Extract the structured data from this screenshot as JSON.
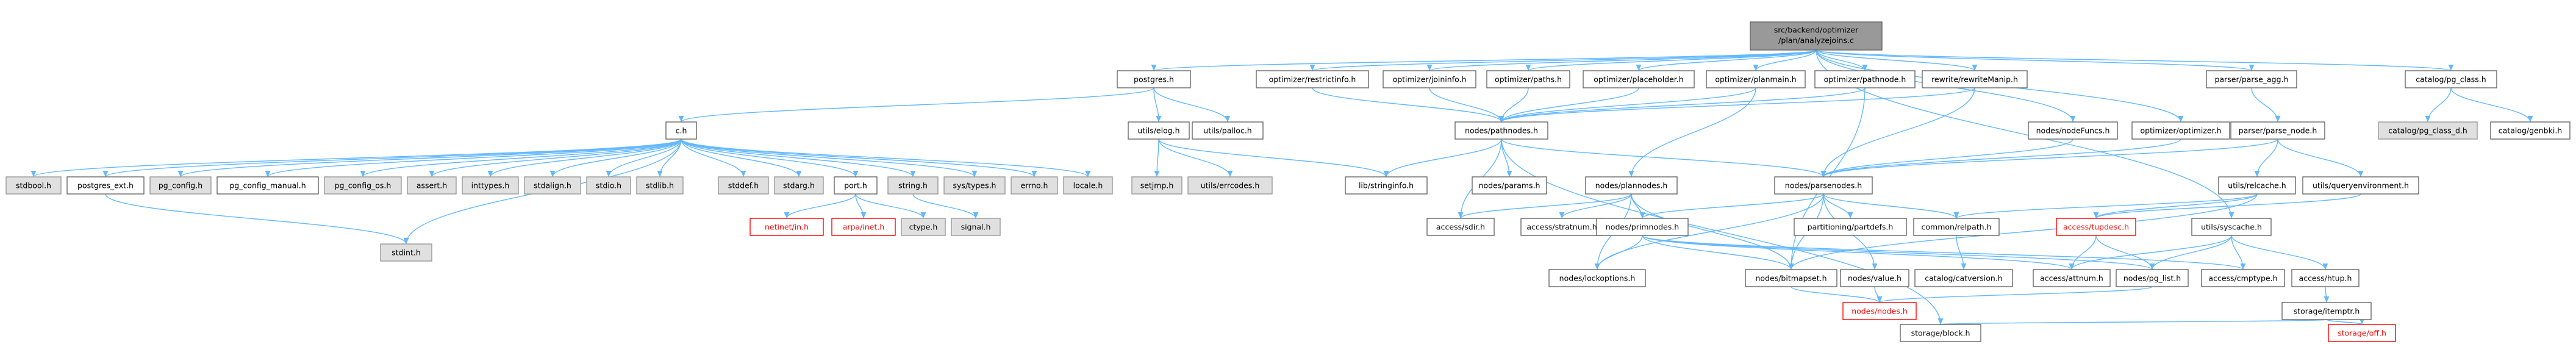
{
  "diagram_title": "Include dependency graph for joinrels.c",
  "colors": {
    "edge": "#63B8FF",
    "root_fill": "#999999",
    "default_fill": "#FFFFFF",
    "system_fill": "#E0E0E0",
    "system_stroke": "#999999",
    "default_stroke": "#666666",
    "missing_stroke": "#FF0000",
    "missing_text": "#FF0000"
  },
  "nodes": [
    {
      "id": "root",
      "label": "src/backend/optimizer/plan/analyzejoins.c",
      "kind": "root"
    },
    {
      "id": "postgres_h",
      "label": "postgres.h",
      "kind": "normal"
    },
    {
      "id": "restrictinfo_h",
      "label": "optimizer/restrictinfo.h",
      "kind": "normal"
    },
    {
      "id": "joininfo_h",
      "label": "optimizer/joininfo.h",
      "kind": "normal"
    },
    {
      "id": "paths_h",
      "label": "optimizer/paths.h",
      "kind": "normal"
    },
    {
      "id": "placeholder_h",
      "label": "optimizer/placeholder.h",
      "kind": "normal"
    },
    {
      "id": "planmain_h",
      "label": "optimizer/planmain.h",
      "kind": "normal"
    },
    {
      "id": "pathnode_h",
      "label": "optimizer/pathnode.h",
      "kind": "normal"
    },
    {
      "id": "rewriteManip_h",
      "label": "rewrite/rewriteManip.h",
      "kind": "normal"
    },
    {
      "id": "nodeFuncs_h",
      "label": "nodes/nodeFuncs.h",
      "kind": "normal"
    },
    {
      "id": "optimizer_h",
      "label": "optimizer/optimizer.h",
      "kind": "normal"
    },
    {
      "id": "parse_agg_h",
      "label": "parser/parse_agg.h",
      "kind": "normal"
    },
    {
      "id": "parse_node_h",
      "label": "parser/parse_node.h",
      "kind": "normal"
    },
    {
      "id": "pg_class_h",
      "label": "catalog/pg_class.h",
      "kind": "normal"
    },
    {
      "id": "pg_class_d_h",
      "label": "catalog/pg_class_d.h",
      "kind": "system"
    },
    {
      "id": "genbki_h",
      "label": "catalog/genbki.h",
      "kind": "normal"
    },
    {
      "id": "c_h",
      "label": "c.h",
      "kind": "normal"
    },
    {
      "id": "elog_h",
      "label": "utils/elog.h",
      "kind": "normal"
    },
    {
      "id": "palloc_h",
      "label": "utils/palloc.h",
      "kind": "normal"
    },
    {
      "id": "pathnodes_h",
      "label": "nodes/pathnodes.h",
      "kind": "normal"
    },
    {
      "id": "stdbool_h",
      "label": "stdbool.h",
      "kind": "system"
    },
    {
      "id": "postgres_ext_h",
      "label": "postgres_ext.h",
      "kind": "normal"
    },
    {
      "id": "pg_config_h",
      "label": "pg_config.h",
      "kind": "system"
    },
    {
      "id": "pg_config_manual_h",
      "label": "pg_config_manual.h",
      "kind": "normal"
    },
    {
      "id": "pg_config_os_h",
      "label": "pg_config_os.h",
      "kind": "system"
    },
    {
      "id": "assert_h",
      "label": "assert.h",
      "kind": "system"
    },
    {
      "id": "inttypes_h",
      "label": "inttypes.h",
      "kind": "system"
    },
    {
      "id": "stdalign_h",
      "label": "stdalign.h",
      "kind": "system"
    },
    {
      "id": "stdio_h",
      "label": "stdio.h",
      "kind": "system"
    },
    {
      "id": "stdlib_h",
      "label": "stdlib.h",
      "kind": "system"
    },
    {
      "id": "stddef_h",
      "label": "stddef.h",
      "kind": "system"
    },
    {
      "id": "stdarg_h",
      "label": "stdarg.h",
      "kind": "system"
    },
    {
      "id": "port_h",
      "label": "port.h",
      "kind": "normal"
    },
    {
      "id": "string_h",
      "label": "string.h",
      "kind": "system"
    },
    {
      "id": "systypes_h",
      "label": "sys/types.h",
      "kind": "system"
    },
    {
      "id": "errno_h",
      "label": "errno.h",
      "kind": "system"
    },
    {
      "id": "locale_h",
      "label": "locale.h",
      "kind": "system"
    },
    {
      "id": "stdint_h",
      "label": "stdint.h",
      "kind": "system"
    },
    {
      "id": "netinet_h",
      "label": "netinet/in.h",
      "kind": "missing"
    },
    {
      "id": "arpa_h",
      "label": "arpa/inet.h",
      "kind": "missing"
    },
    {
      "id": "ctype_h",
      "label": "ctype.h",
      "kind": "system"
    },
    {
      "id": "signal_h",
      "label": "signal.h",
      "kind": "system"
    },
    {
      "id": "setjmp_h",
      "label": "setjmp.h",
      "kind": "system"
    },
    {
      "id": "errcodes_h",
      "label": "utils/errcodes.h",
      "kind": "system"
    },
    {
      "id": "stringinfo_h",
      "label": "lib/stringinfo.h",
      "kind": "normal"
    },
    {
      "id": "params_h",
      "label": "nodes/params.h",
      "kind": "normal"
    },
    {
      "id": "plannodes_h",
      "label": "nodes/plannodes.h",
      "kind": "normal"
    },
    {
      "id": "parsenodes_h",
      "label": "nodes/parsenodes.h",
      "kind": "normal"
    },
    {
      "id": "relcache_h",
      "label": "utils/relcache.h",
      "kind": "normal"
    },
    {
      "id": "queryenv_h",
      "label": "utils/queryenvironment.h",
      "kind": "normal"
    },
    {
      "id": "sdir_h",
      "label": "access/sdir.h",
      "kind": "normal"
    },
    {
      "id": "stratnum_h",
      "label": "access/stratnum.h",
      "kind": "normal"
    },
    {
      "id": "primnodes_h",
      "label": "nodes/primnodes.h",
      "kind": "normal"
    },
    {
      "id": "partdefs_h",
      "label": "partitioning/partdefs.h",
      "kind": "normal"
    },
    {
      "id": "relpath_h",
      "label": "common/relpath.h",
      "kind": "normal"
    },
    {
      "id": "tupdesc_h",
      "label": "access/tupdesc.h",
      "kind": "missing"
    },
    {
      "id": "syscache_h",
      "label": "utils/syscache.h",
      "kind": "normal"
    },
    {
      "id": "lockoptions_h",
      "label": "nodes/lockoptions.h",
      "kind": "normal"
    },
    {
      "id": "bitmapset_h",
      "label": "nodes/bitmapset.h",
      "kind": "normal"
    },
    {
      "id": "value_h",
      "label": "nodes/value.h",
      "kind": "normal"
    },
    {
      "id": "catversion_h",
      "label": "catalog/catversion.h",
      "kind": "normal"
    },
    {
      "id": "attnum_h",
      "label": "access/attnum.h",
      "kind": "normal"
    },
    {
      "id": "pg_list_h",
      "label": "nodes/pg_list.h",
      "kind": "normal"
    },
    {
      "id": "cmptype_h",
      "label": "access/cmptype.h",
      "kind": "normal"
    },
    {
      "id": "htup_h",
      "label": "access/htup.h",
      "kind": "normal"
    },
    {
      "id": "nodes_h",
      "label": "nodes/nodes.h",
      "kind": "missing"
    },
    {
      "id": "itemptr_h",
      "label": "storage/itemptr.h",
      "kind": "normal"
    },
    {
      "id": "block_h",
      "label": "storage/block.h",
      "kind": "normal"
    },
    {
      "id": "off_h",
      "label": "storage/off.h",
      "kind": "missing"
    }
  ],
  "edges": [
    [
      "root",
      "postgres_h"
    ],
    [
      "root",
      "restrictinfo_h"
    ],
    [
      "root",
      "joininfo_h"
    ],
    [
      "root",
      "paths_h"
    ],
    [
      "root",
      "placeholder_h"
    ],
    [
      "root",
      "planmain_h"
    ],
    [
      "root",
      "pathnode_h"
    ],
    [
      "root",
      "rewriteManip_h"
    ],
    [
      "root",
      "nodeFuncs_h"
    ],
    [
      "root",
      "optimizer_h"
    ],
    [
      "root",
      "parse_agg_h"
    ],
    [
      "root",
      "pg_class_h"
    ],
    [
      "root",
      "syscache_h"
    ],
    [
      "postgres_h",
      "c_h"
    ],
    [
      "postgres_h",
      "elog_h"
    ],
    [
      "postgres_h",
      "palloc_h"
    ],
    [
      "restrictinfo_h",
      "pathnodes_h"
    ],
    [
      "joininfo_h",
      "pathnodes_h"
    ],
    [
      "paths_h",
      "pathnodes_h"
    ],
    [
      "placeholder_h",
      "pathnodes_h"
    ],
    [
      "planmain_h",
      "pathnodes_h"
    ],
    [
      "planmain_h",
      "plannodes_h"
    ],
    [
      "pathnode_h",
      "pathnodes_h"
    ],
    [
      "pathnode_h",
      "bitmapset_h"
    ],
    [
      "rewriteManip_h",
      "pathnodes_h"
    ],
    [
      "rewriteManip_h",
      "parsenodes_h"
    ],
    [
      "nodeFuncs_h",
      "parsenodes_h"
    ],
    [
      "optimizer_h",
      "parsenodes_h"
    ],
    [
      "parse_agg_h",
      "parse_node_h"
    ],
    [
      "parse_node_h",
      "parsenodes_h"
    ],
    [
      "parse_node_h",
      "relcache_h"
    ],
    [
      "parse_node_h",
      "queryenv_h"
    ],
    [
      "pg_class_h",
      "pg_class_d_h"
    ],
    [
      "pg_class_h",
      "genbki_h"
    ],
    [
      "c_h",
      "stdbool_h"
    ],
    [
      "c_h",
      "postgres_ext_h"
    ],
    [
      "c_h",
      "pg_config_h"
    ],
    [
      "c_h",
      "pg_config_manual_h"
    ],
    [
      "c_h",
      "pg_config_os_h"
    ],
    [
      "c_h",
      "assert_h"
    ],
    [
      "c_h",
      "inttypes_h"
    ],
    [
      "c_h",
      "stdalign_h"
    ],
    [
      "c_h",
      "stdio_h"
    ],
    [
      "c_h",
      "stdlib_h"
    ],
    [
      "c_h",
      "stddef_h"
    ],
    [
      "c_h",
      "stdarg_h"
    ],
    [
      "c_h",
      "port_h"
    ],
    [
      "c_h",
      "string_h"
    ],
    [
      "c_h",
      "systypes_h"
    ],
    [
      "c_h",
      "errno_h"
    ],
    [
      "c_h",
      "locale_h"
    ],
    [
      "c_h",
      "stdint_h"
    ],
    [
      "postgres_ext_h",
      "stdint_h"
    ],
    [
      "port_h",
      "netinet_h"
    ],
    [
      "port_h",
      "arpa_h"
    ],
    [
      "port_h",
      "ctype_h"
    ],
    [
      "string_h",
      "signal_h"
    ],
    [
      "elog_h",
      "setjmp_h"
    ],
    [
      "elog_h",
      "errcodes_h"
    ],
    [
      "elog_h",
      "stringinfo_h"
    ],
    [
      "pathnodes_h",
      "stringinfo_h"
    ],
    [
      "pathnodes_h",
      "params_h"
    ],
    [
      "pathnodes_h",
      "parsenodes_h"
    ],
    [
      "pathnodes_h",
      "sdir_h"
    ],
    [
      "pathnodes_h",
      "block_h"
    ],
    [
      "plannodes_h",
      "sdir_h"
    ],
    [
      "plannodes_h",
      "stratnum_h"
    ],
    [
      "plannodes_h",
      "primnodes_h"
    ],
    [
      "plannodes_h",
      "lockoptions_h"
    ],
    [
      "plannodes_h",
      "bitmapset_h"
    ],
    [
      "parsenodes_h",
      "lockoptions_h"
    ],
    [
      "parsenodes_h",
      "bitmapset_h"
    ],
    [
      "parsenodes_h",
      "primnodes_h"
    ],
    [
      "parsenodes_h",
      "partdefs_h"
    ],
    [
      "parsenodes_h",
      "relpath_h"
    ],
    [
      "parsenodes_h",
      "value_h"
    ],
    [
      "relcache_h",
      "relpath_h"
    ],
    [
      "relcache_h",
      "tupdesc_h"
    ],
    [
      "relcache_h",
      "bitmapset_h"
    ],
    [
      "queryenv_h",
      "tupdesc_h"
    ],
    [
      "primnodes_h",
      "lockoptions_h"
    ],
    [
      "primnodes_h",
      "bitmapset_h"
    ],
    [
      "primnodes_h",
      "attnum_h"
    ],
    [
      "primnodes_h",
      "pg_list_h"
    ],
    [
      "primnodes_h",
      "cmptype_h"
    ],
    [
      "relpath_h",
      "catversion_h"
    ],
    [
      "tupdesc_h",
      "attnum_h"
    ],
    [
      "tupdesc_h",
      "pg_list_h"
    ],
    [
      "syscache_h",
      "attnum_h"
    ],
    [
      "syscache_h",
      "pg_list_h"
    ],
    [
      "syscache_h",
      "cmptype_h"
    ],
    [
      "syscache_h",
      "htup_h"
    ],
    [
      "value_h",
      "nodes_h"
    ],
    [
      "bitmapset_h",
      "nodes_h"
    ],
    [
      "pg_list_h",
      "nodes_h"
    ],
    [
      "htup_h",
      "itemptr_h"
    ],
    [
      "itemptr_h",
      "block_h"
    ],
    [
      "itemptr_h",
      "off_h"
    ]
  ]
}
